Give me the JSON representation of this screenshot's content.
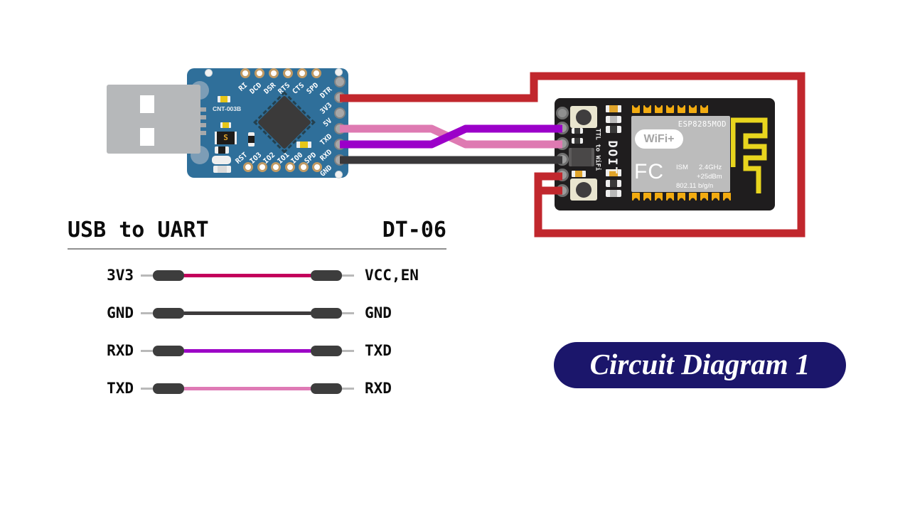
{
  "usb_uart": {
    "silkscreen": "CNT-003B",
    "chip_marking": "S",
    "top_pins": [
      "RI",
      "DCD",
      "DSR",
      "RTS",
      "CTS",
      "SPD"
    ],
    "bottom_pins": [
      "RST",
      "IO3",
      "IO2",
      "IO1",
      "IO0",
      "SPD"
    ],
    "right_pins": [
      "DTR",
      "3V3",
      "5V",
      "TXD",
      "RXD",
      "GND"
    ],
    "board_color": "#2f6f9a"
  },
  "dt06": {
    "vertical_label": "TTL to WiFi",
    "brand": "DOIT",
    "module": {
      "name": "ESP8285MOD",
      "badge": "WiFi+",
      "cert": "FC",
      "spec_ism": "ISM",
      "spec_freq": "2.4GHz",
      "spec_power": "+25dBm",
      "spec_standard": "802.11 b/g/n"
    },
    "board_color": "#1f1d1e"
  },
  "wires": {
    "red": "#c1272d",
    "pink": "#de7ab2",
    "purple": "#9b00c9",
    "black": "#3a383a"
  },
  "connection_table": {
    "left_header": "USB to UART",
    "right_header": "DT-06",
    "rows": [
      {
        "left": "3V3",
        "right": "VCC,EN",
        "color": "#c3005c"
      },
      {
        "left": "GND",
        "right": "GND",
        "color": "#3d3b3c"
      },
      {
        "left": "RXD",
        "right": "TXD",
        "color": "#9c00c6"
      },
      {
        "left": "TXD",
        "right": "RXD",
        "color": "#df7ab5"
      }
    ]
  },
  "title_badge": {
    "label": "Circuit Diagram 1",
    "bg": "#1b166b"
  }
}
